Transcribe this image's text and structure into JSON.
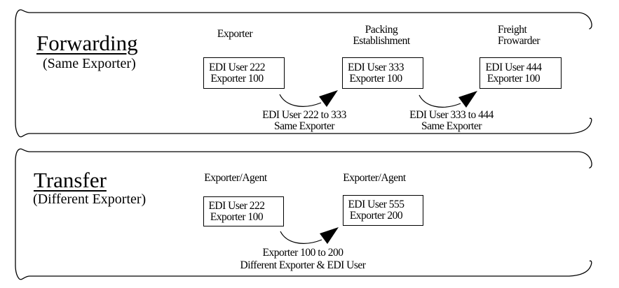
{
  "forwarding": {
    "title": "Forwarding",
    "subtitle": "(Same Exporter)",
    "node1_label": "Exporter",
    "node2_label1": "Packing",
    "node2_label2": "Establishment",
    "node3_label1": "Freight",
    "node3_label2": "Frowarder",
    "node1_line1": "EDI User 222",
    "node1_line2": "Exporter 100",
    "node2_line1": "EDI User 333",
    "node2_line2": "Exporter 100",
    "node3_line1": "EDI User 444",
    "node3_line2": "Exporter 100",
    "arrow1_line1": "EDI User 222 to 333",
    "arrow1_line2": "Same Exporter",
    "arrow2_line1": "EDI User 333 to 444",
    "arrow2_line2": "Same Exporter"
  },
  "transfer": {
    "title": "Transfer",
    "subtitle": "(Different Exporter)",
    "node1_label": "Exporter/Agent",
    "node2_label": "Exporter/Agent",
    "node1_line1": "EDI User 222",
    "node1_line2": "Exporter 100",
    "node2_line1": "EDI User 555",
    "node2_line2": "Exporter 200",
    "arrow1_line1": "Exporter 100 to 200",
    "arrow1_line2": "Different Exporter & EDI User"
  },
  "colors": {
    "line": "#000000",
    "background": "#ffffff",
    "text": "#000000"
  }
}
